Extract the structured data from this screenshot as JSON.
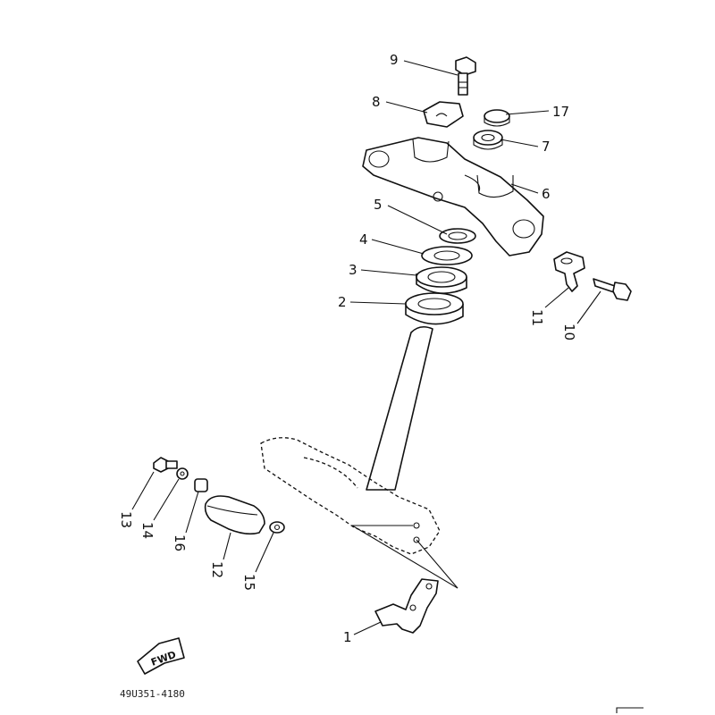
{
  "diagram": {
    "code": "49U351-4180",
    "fwd_label": "FWD",
    "callouts": [
      {
        "id": "c1",
        "label": "1"
      },
      {
        "id": "c2",
        "label": "2"
      },
      {
        "id": "c3",
        "label": "3"
      },
      {
        "id": "c4",
        "label": "4"
      },
      {
        "id": "c5",
        "label": "5"
      },
      {
        "id": "c6",
        "label": "6"
      },
      {
        "id": "c7",
        "label": "7"
      },
      {
        "id": "c8",
        "label": "8"
      },
      {
        "id": "c9",
        "label": "9"
      },
      {
        "id": "c10",
        "label": "10"
      },
      {
        "id": "c11",
        "label": "11"
      },
      {
        "id": "c12",
        "label": "12"
      },
      {
        "id": "c13",
        "label": "13"
      },
      {
        "id": "c14",
        "label": "14"
      },
      {
        "id": "c15",
        "label": "15"
      },
      {
        "id": "c16",
        "label": "16"
      },
      {
        "id": "c17",
        "label": "17"
      }
    ]
  }
}
